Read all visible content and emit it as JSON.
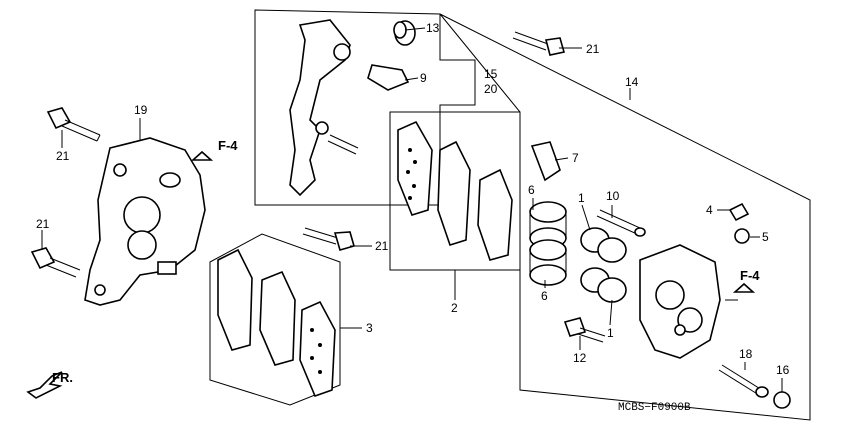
{
  "diagram": {
    "code": "MCBS−F0900B",
    "direction_label": "FR.",
    "ref_labels": [
      "F-4",
      "F-4"
    ],
    "callouts": [
      "13",
      "21",
      "9",
      "15",
      "20",
      "14",
      "19",
      "21",
      "21",
      "7",
      "6",
      "1",
      "10",
      "4",
      "5",
      "6",
      "1",
      "2",
      "3",
      "12",
      "18",
      "16",
      "21"
    ]
  }
}
